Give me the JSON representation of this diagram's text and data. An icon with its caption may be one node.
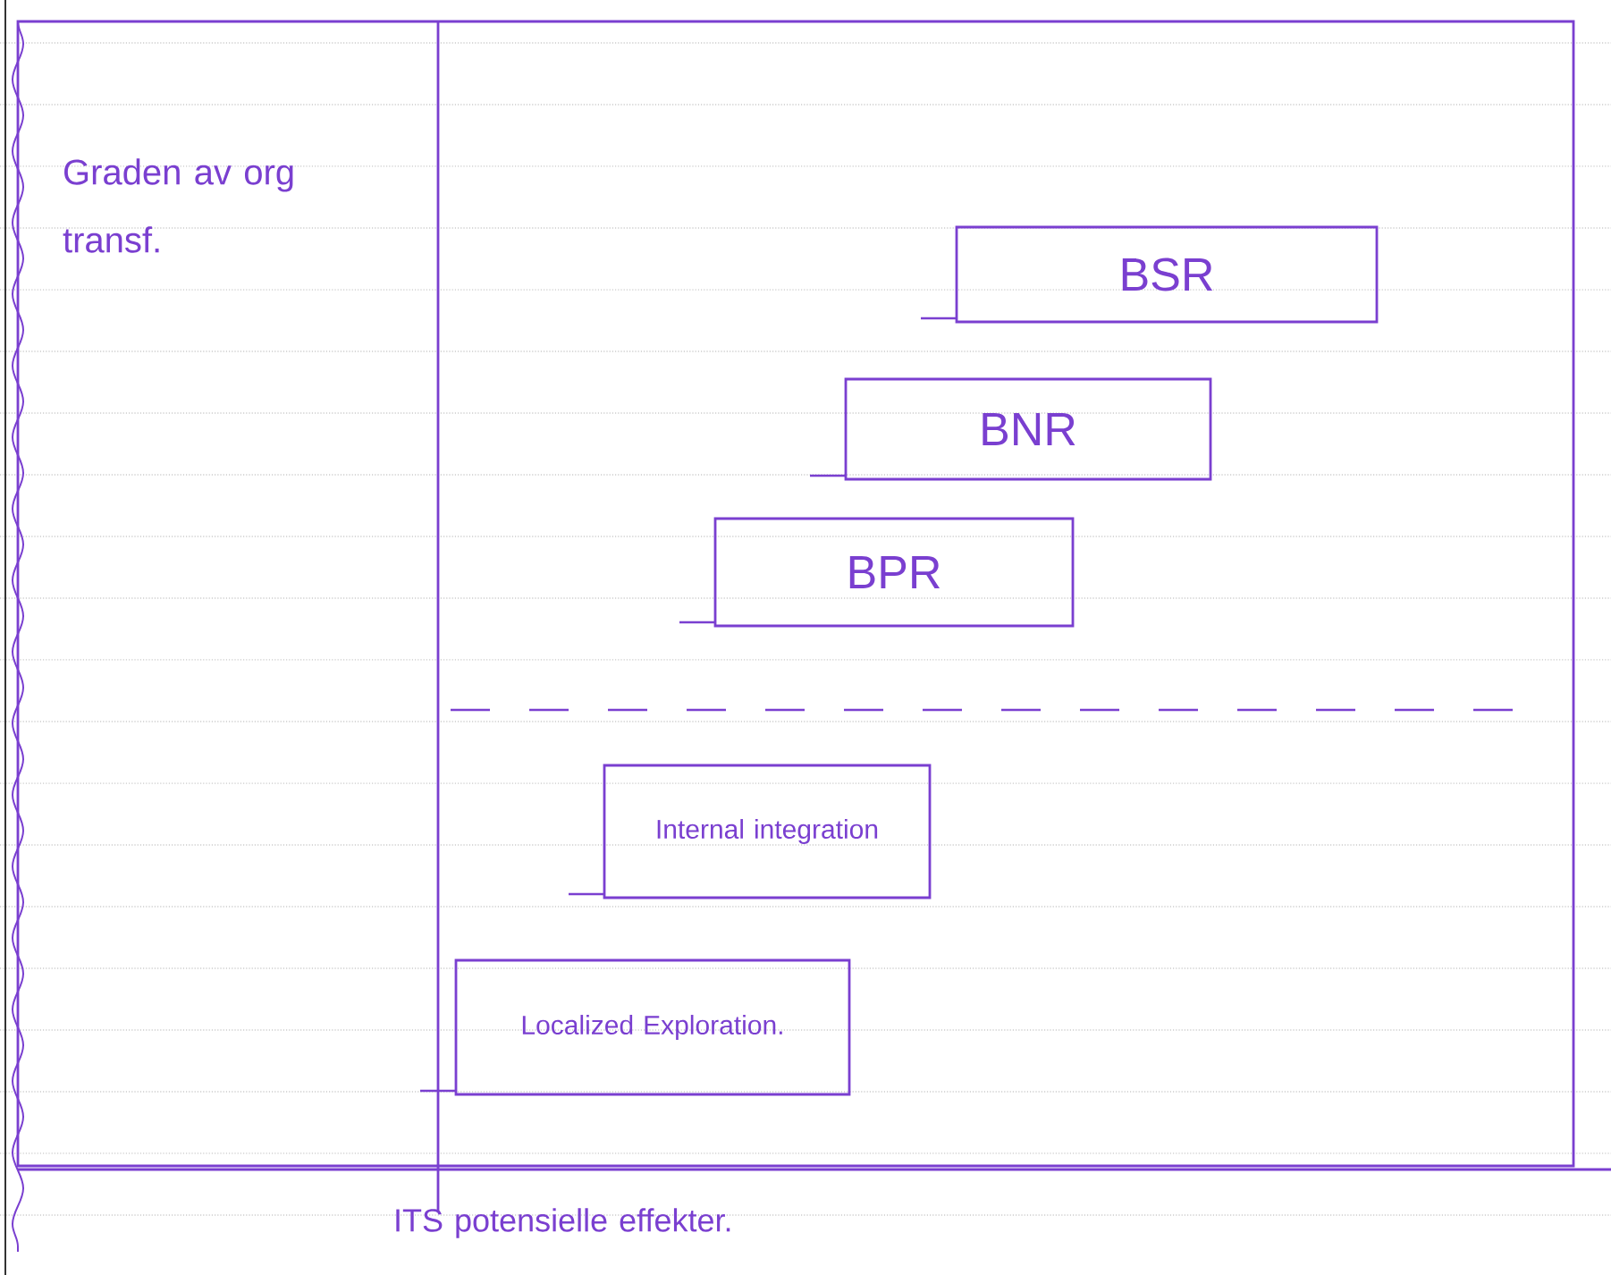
{
  "diagram": {
    "nodes": [
      {
        "text": [
          "BSR"
        ]
      },
      {
        "text": [
          "BNR"
        ]
      },
      {
        "text": [
          "BPR"
        ]
      },
      {
        "text": [
          "Internal integration"
        ]
      },
      {
        "text": [
          "Localized Exploration."
        ]
      }
    ],
    "labels": [
      "Graden av org transf.",
      "ITS potensielle effekter."
    ]
  }
}
